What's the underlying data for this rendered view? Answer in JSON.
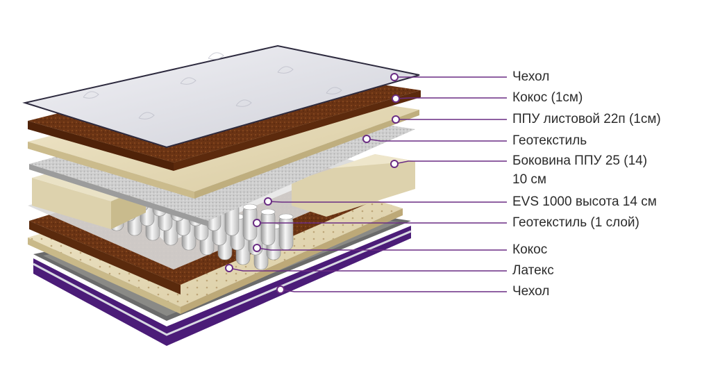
{
  "line_color": "#6a2c83",
  "labels": [
    {
      "text": "Чехол"
    },
    {
      "text": "Кокос (1см)"
    },
    {
      "text": "ППУ листовой 22п (1см)"
    },
    {
      "text": "Геотекстиль"
    },
    {
      "text": "Боковина ППУ 25 (14)"
    },
    {
      "text": "10 см"
    },
    {
      "text": "EVS 1000 высота 14 см"
    },
    {
      "text": "Геотекстиль (1 слой)"
    },
    {
      "text": "Кокос"
    },
    {
      "text": "Латекс"
    },
    {
      "text": "Чехол"
    }
  ]
}
